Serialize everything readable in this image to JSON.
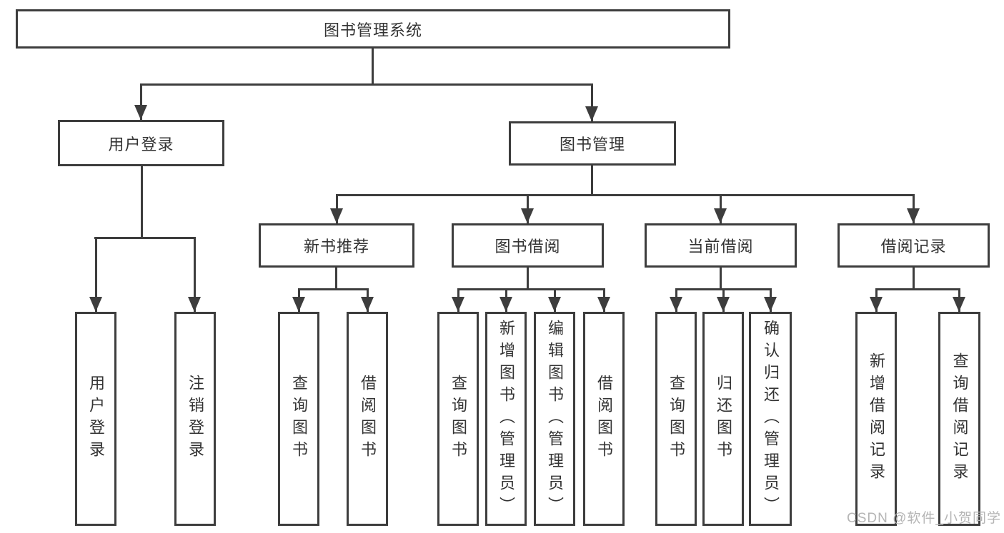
{
  "colors": {
    "line": "#3d3d3d",
    "text": "#333333",
    "box-bg": "#ffffff",
    "page-bg": "#ffffff",
    "watermark": "#b5b5b5"
  },
  "watermark": "CSDN @软件_小贺同学",
  "nodes": {
    "root": {
      "label": "图书管理系统"
    },
    "user-login": {
      "label": "用户登录"
    },
    "book-manage": {
      "label": "图书管理"
    },
    "new-book-recommend": {
      "label": "新书推荐"
    },
    "book-borrow": {
      "label": "图书借阅"
    },
    "current-borrow": {
      "label": "当前借阅"
    },
    "borrow-records": {
      "label": "借阅记录"
    },
    "leaf-user-login": {
      "label": "用户登录"
    },
    "leaf-logout": {
      "label": "注销登录"
    },
    "leaf-recommend-query": {
      "label": "查询图书"
    },
    "leaf-recommend-borrow": {
      "label": "借阅图书"
    },
    "leaf-borrow-query": {
      "label": "查询图书"
    },
    "leaf-borrow-add": {
      "label": "新增图书（管理员）"
    },
    "leaf-borrow-edit": {
      "label": "编辑图书（管理员）"
    },
    "leaf-borrow-borrow": {
      "label": "借阅图书"
    },
    "leaf-current-query": {
      "label": "查询图书"
    },
    "leaf-current-return": {
      "label": "归还图书"
    },
    "leaf-current-confirm": {
      "label": "确认归还（管理员）"
    },
    "leaf-records-add": {
      "label": "新增借阅记录"
    },
    "leaf-records-query": {
      "label": "查询借阅记录"
    }
  }
}
